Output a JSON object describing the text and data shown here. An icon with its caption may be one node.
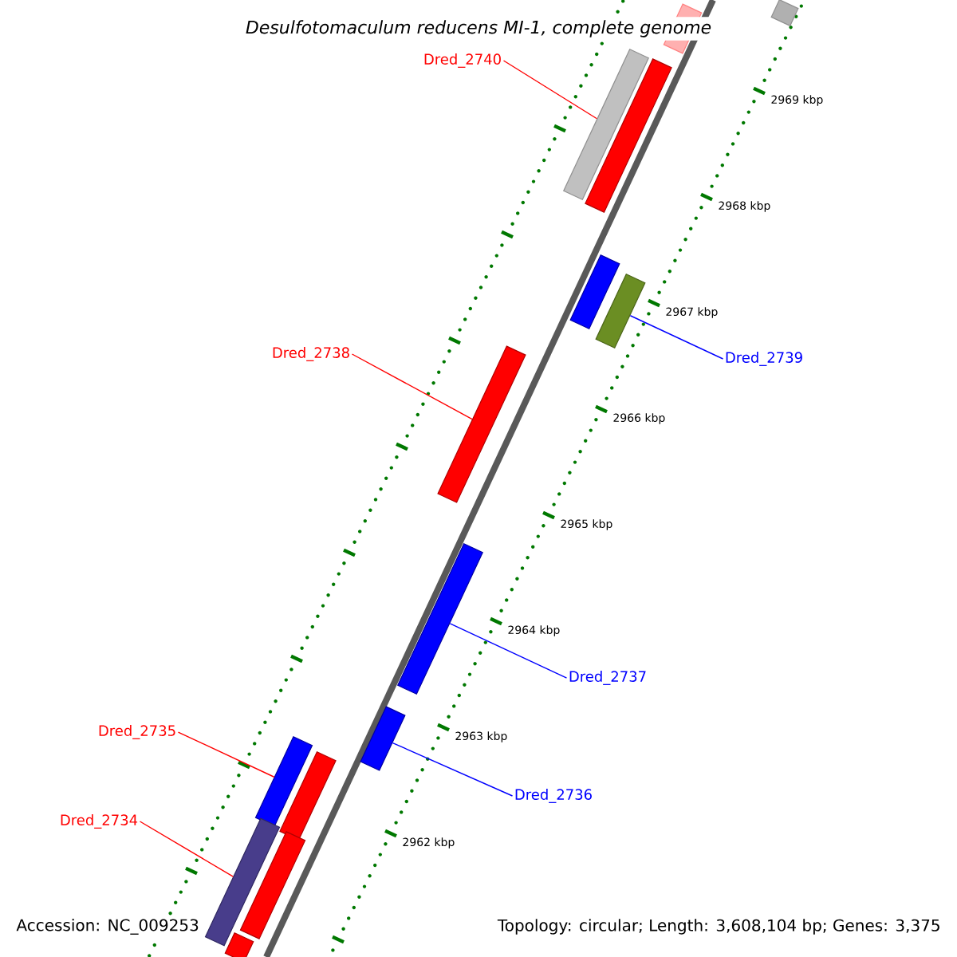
{
  "diagram": {
    "title": "Desulfotomaculum reducens MI-1, complete genome",
    "nodes": [
      {
        "text": [
          "Dred_2740"
        ]
      },
      {
        "text": [
          "Dred_2738"
        ]
      },
      {
        "text": [
          "Dred_2739"
        ]
      },
      {
        "text": [
          "Dred_2737"
        ]
      },
      {
        "text": [
          "Dred_2736"
        ]
      },
      {
        "text": [
          "Dred_2735"
        ]
      },
      {
        "text": [
          "Dred_2734"
        ]
      },
      {
        "text": [],
        "shape": "bar"
      },
      {
        "text": [],
        "shape": "bar"
      },
      {
        "text": [],
        "shape": "bar"
      },
      {
        "text": [],
        "shape": "bar"
      },
      {
        "text": [],
        "shape": "bar"
      },
      {
        "text": [],
        "shape": "bar"
      },
      {
        "text": [],
        "shape": "bar"
      },
      {
        "text": [],
        "shape": "bar"
      },
      {
        "text": [],
        "shape": "bar"
      },
      {
        "text": [],
        "shape": "bar"
      },
      {
        "text": [],
        "shape": "bar"
      },
      {
        "text": [],
        "shape": "bar"
      },
      {
        "text": [],
        "shape": "bar"
      },
      {
        "text": [],
        "shape": "bar"
      }
    ],
    "edges": [
      {
        "from": 0,
        "to": 7,
        "arrow": "none"
      },
      {
        "from": 1,
        "to": 8,
        "arrow": "none"
      },
      {
        "from": 2,
        "to": 9,
        "arrow": "none",
        "color": "#0000ff"
      },
      {
        "from": 3,
        "to": 10,
        "arrow": "none",
        "color": "#0000ff"
      },
      {
        "from": 4,
        "to": 11,
        "arrow": "none",
        "color": "#0000ff"
      },
      {
        "from": 5,
        "to": 12,
        "arrow": "none"
      },
      {
        "from": 6,
        "to": 13,
        "arrow": "none"
      }
    ],
    "labels": [
      "2969 kbp",
      "2968 kbp",
      "2967 kbp",
      "2966 kbp",
      "2965 kbp",
      "2964 kbp",
      "2963 kbp",
      "2962 kbp",
      "Accession: NC_009253",
      "Topology: circular; Length: 3,608,104 bp; Genes: 3,375"
    ]
  }
}
